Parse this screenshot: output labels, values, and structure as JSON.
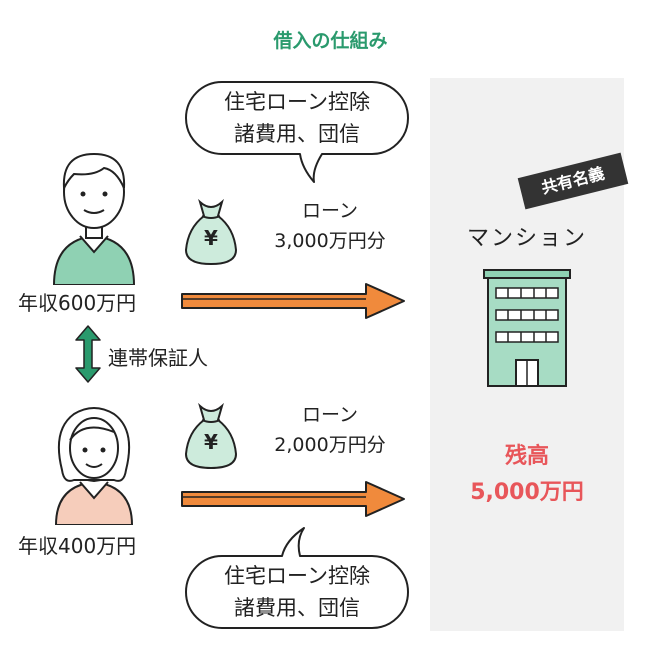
{
  "title": "借入の仕組み",
  "top_person": {
    "income": "年収600万円"
  },
  "bottom_person": {
    "income": "年収400万円"
  },
  "guarantor": "連帯保証人",
  "top_loan": {
    "line1": "ローン",
    "line2": "3,000万円分"
  },
  "bottom_loan": {
    "line1": "ローン",
    "line2": "2,000万円分"
  },
  "top_bubble": {
    "line1": "住宅ローン控除",
    "line2": "諸費用、団信"
  },
  "bottom_bubble": {
    "line1": "住宅ローン控除",
    "line2": "諸費用、団信"
  },
  "property": {
    "tag": "共有名義",
    "name": "マンション",
    "balance_label": "残高",
    "balance_value": "5,000万円"
  },
  "money_bag_symbol": "¥",
  "colors": {
    "accent_green": "#2a9a6d",
    "arrow_orange": "#f08a3c",
    "balance_red": "#e8565a",
    "bag_green": "#cdebdc"
  }
}
